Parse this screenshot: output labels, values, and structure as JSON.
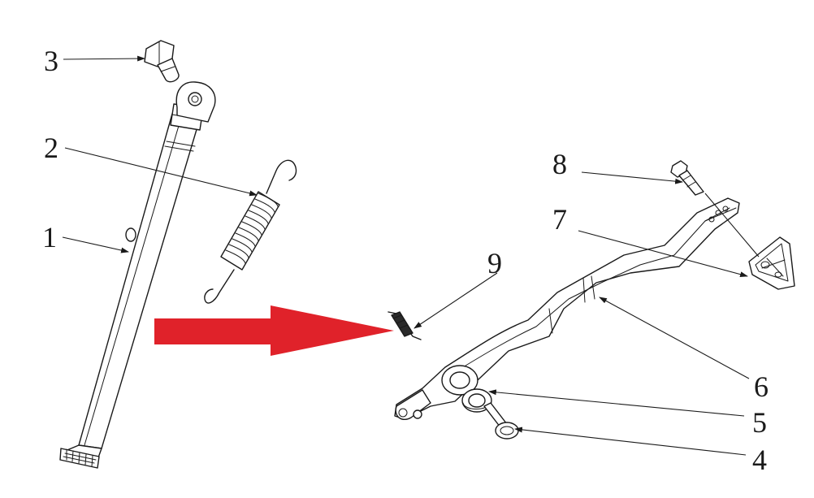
{
  "callouts": {
    "c1": "1",
    "c2": "2",
    "c3": "3",
    "c4": "4",
    "c5": "5",
    "c6": "6",
    "c7": "7",
    "c8": "8",
    "c9": "9"
  },
  "colors": {
    "line": "#1a1a1a",
    "arrow": "#e0222a",
    "background": "#ffffff"
  }
}
